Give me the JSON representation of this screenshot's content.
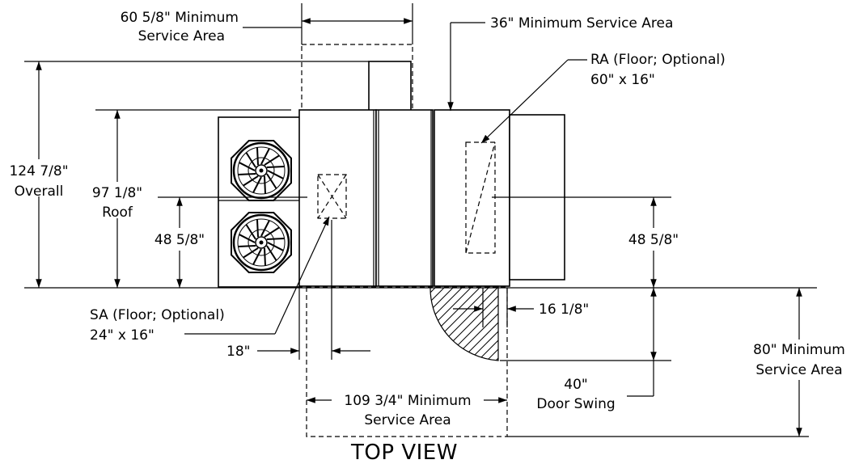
{
  "view_title": "TOP VIEW",
  "labels": {
    "min_service_top_line1": "60 5/8\" Minimum",
    "min_service_top_line2": "Service Area",
    "min_service_36": "36\" Minimum Service Area",
    "ra_line1": "RA (Floor; Optional)",
    "ra_line2": "60\" x 16\"",
    "overall_line1": "124 7/8\"",
    "overall_line2": "Overall",
    "roof_line1": "97 1/8\"",
    "roof_line2": "Roof",
    "left_48": "48 5/8\"",
    "right_48": "48 5/8\"",
    "sa_line1": "SA (Floor; Optional)",
    "sa_line2": "24\" x 16\"",
    "dim_18": "18\"",
    "dim_16": "16 1/8\"",
    "min_service_80_line1": "80\" Minimum",
    "min_service_80_line2": "Service Area",
    "door_line1": "40\"",
    "door_line2": "Door Swing",
    "bottom_service_line1": "109 3/4\" Minimum",
    "bottom_service_line2": "Service Area"
  }
}
